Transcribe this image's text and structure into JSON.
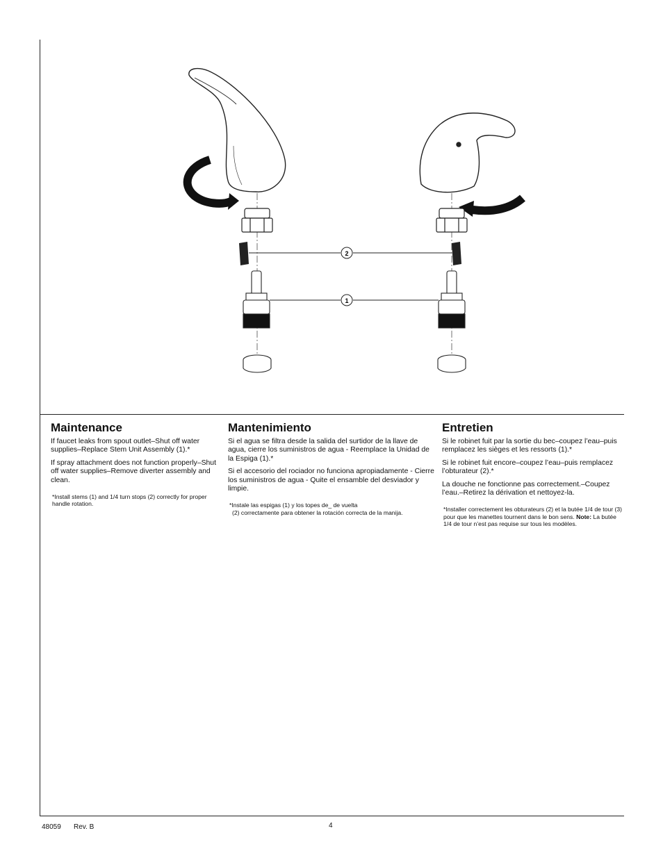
{
  "diagram": {
    "callouts": [
      "2",
      "1"
    ]
  },
  "maintenance": {
    "title": "Maintenance",
    "p1": "If faucet leaks from spout outlet–Shut off water supplies–Replace Stem Unit Assembly (1).*",
    "p2": "If spray attachment does not function properly–Shut off water supplies–Remove diverter assembly and clean.",
    "note": "*Install stems (1) and 1/4 turn stops (2) correctly for proper handle rotation."
  },
  "mantenimiento": {
    "title": "Mantenimiento",
    "p1": "Si el agua se filtra desde la salida del surtidor de la llave de agua, cierre los suministros de agua - Reemplace la Unidad de la Espiga (1).*",
    "p2": "Si el accesorio del rociador no funciona apropiadamente - Cierre los suministros de agua - Quite el ensamble del desviador y limpie.",
    "note_line1": "*Instale las espigas (1) y los topes de_ de vuelta",
    "note_line2": "(2) correctamente para obtener la rotación correcta de la manija."
  },
  "entretien": {
    "title": "Entretien",
    "p1": "Si le robinet fuit par la sortie du bec–coupez l’eau–puis remplacez les sièges et les ressorts (1).*",
    "p2": "Si le robinet fuit encore–coupez l’eau–puis remplacez l’obturateur (2).*",
    "p3": "La douche ne fonctionne pas correctement.–Coupez l’eau.–Retirez la dérivation et nettoyez-la.",
    "note_part1": "*Installer correctement les obturateurs (2) et la butée 1/4 de tour (3) pour que les manettes tournent dans le bon sens. ",
    "note_bold": "Note:",
    "note_part2": " La butée 1/4 de tour n’est pas requise sur tous les modèles."
  },
  "footer": {
    "doc_number": "48059",
    "revision": "Rev. B",
    "page": "4"
  }
}
